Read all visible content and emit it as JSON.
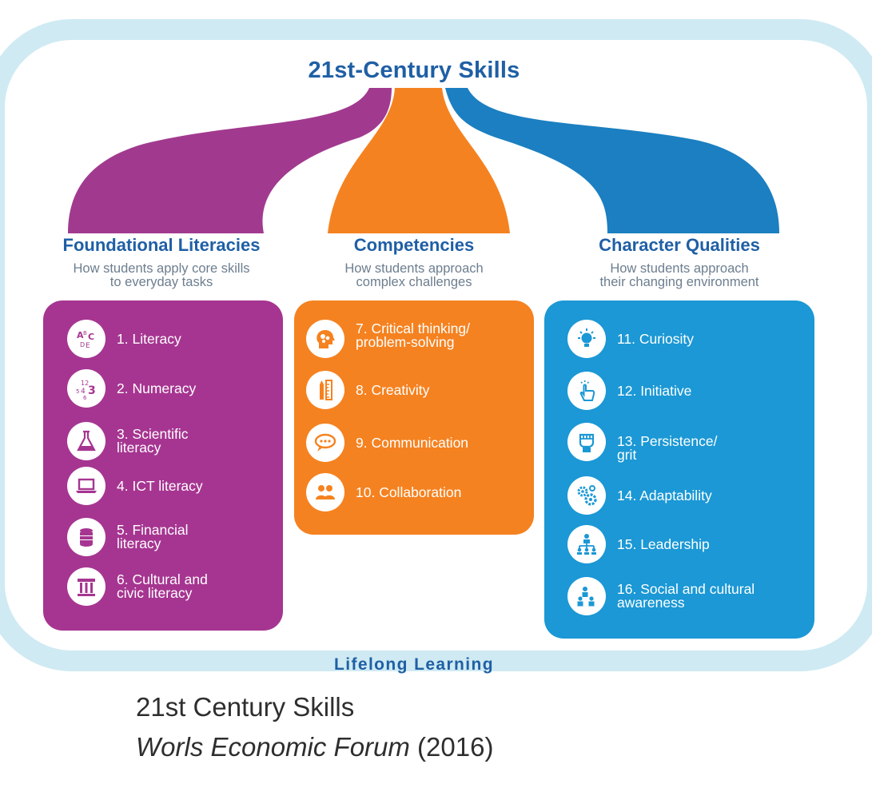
{
  "diagram": {
    "title": "21st-Century Skills",
    "footer": "Lifelong Learning",
    "colors": {
      "purple": "#a63591",
      "orange": "#f58220",
      "blue": "#1b98d5",
      "heading": "#1f5fa5",
      "frame": "#cfeaf3"
    },
    "columns": [
      {
        "heading": "Foundational Literacies",
        "subtitle": "How students apply core skills\nto everyday tasks",
        "items": [
          {
            "label": "1. Literacy",
            "icon": "abc-letters-icon"
          },
          {
            "label": "2. Numeracy",
            "icon": "numbers-icon"
          },
          {
            "label": "3. Scientific\nliteracy",
            "icon": "flask-icon"
          },
          {
            "label": "4. ICT literacy",
            "icon": "laptop-icon"
          },
          {
            "label": "5. Financial\nliteracy",
            "icon": "coin-stack-icon"
          },
          {
            "label": "6. Cultural and\ncivic literacy",
            "icon": "column-icon"
          }
        ]
      },
      {
        "heading": "Competencies",
        "subtitle": "How students approach\ncomplex challenges",
        "items": [
          {
            "label": "7. Critical thinking/\nproblem-solving",
            "icon": "head-gears-icon"
          },
          {
            "label": "8. Creativity",
            "icon": "pencil-ruler-icon"
          },
          {
            "label": "9. Communication",
            "icon": "speech-bubbles-icon"
          },
          {
            "label": "10. Collaboration",
            "icon": "people-icon"
          }
        ]
      },
      {
        "heading": "Character Qualities",
        "subtitle": "How students approach\ntheir changing environment",
        "items": [
          {
            "label": "11. Curiosity",
            "icon": "lightbulb-icon"
          },
          {
            "label": "12. Initiative",
            "icon": "pointing-hand-icon"
          },
          {
            "label": "13. Persistence/\ngrit",
            "icon": "fist-icon"
          },
          {
            "label": "14. Adaptability",
            "icon": "gears-icon"
          },
          {
            "label": "15. Leadership",
            "icon": "org-chart-icon"
          },
          {
            "label": "16. Social and cultural\nawareness",
            "icon": "group-icon"
          }
        ]
      }
    ]
  },
  "caption": {
    "line1": "21st Century Skills",
    "source": "Worls Economic Forum",
    "year": " (2016)"
  }
}
